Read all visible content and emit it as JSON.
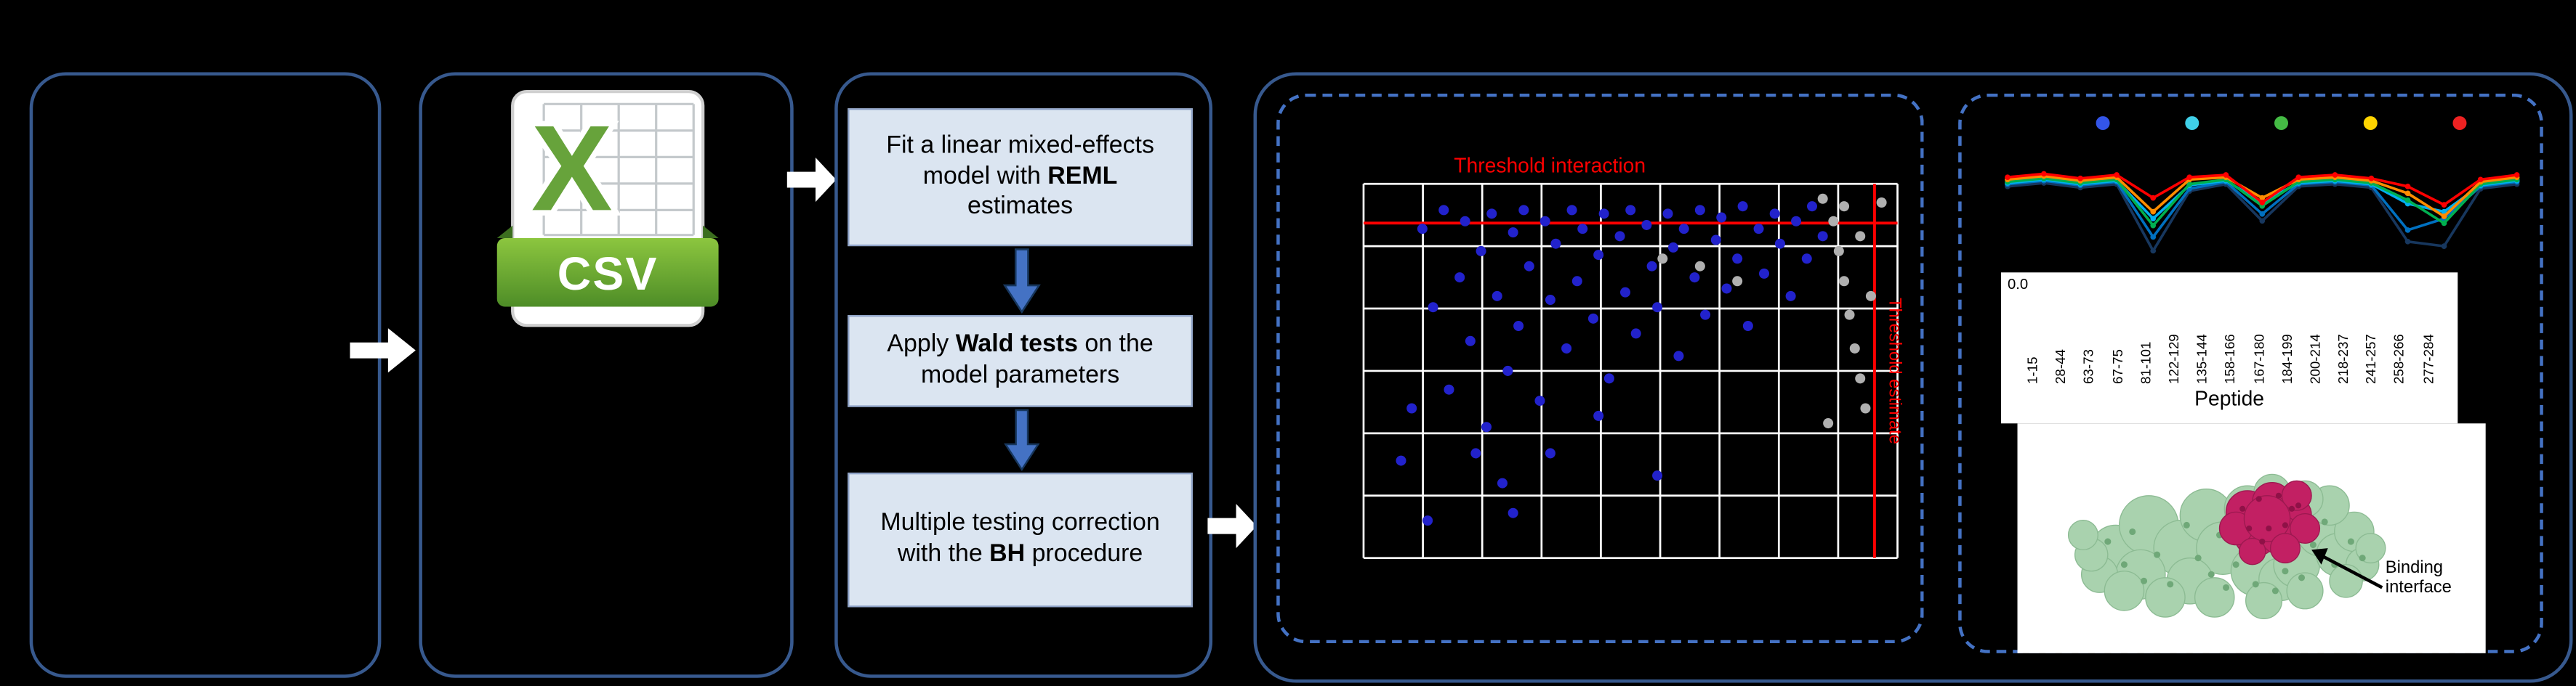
{
  "flow": {
    "steps": [
      {
        "pre": "Fit a linear mixed-effects model with ",
        "bold": "REML",
        "post": " estimates"
      },
      {
        "pre": "Apply ",
        "bold": "Wald tests",
        "post": " on the model parameters"
      },
      {
        "pre": "Multiple testing correction\nwith the ",
        "bold": "BH",
        "post": " procedure"
      }
    ]
  },
  "csv_icon": {
    "letter": "X",
    "label": "CSV"
  },
  "protein": {
    "label": "Binding interface"
  },
  "colors": {
    "panel_border": "#37598e",
    "dashed_border": "#4472c4",
    "step_fill": "#dbe5f1",
    "threshold_red": "#ff0000",
    "csv_green": "#67a33b",
    "arrow_blue": "#4472c4"
  },
  "chart_data": [
    {
      "type": "scatter",
      "title": "",
      "xlabel": "",
      "ylabel": "",
      "grid": true,
      "annotations": [
        "Threshold interaction",
        "Threshold estimate"
      ],
      "threshold_h_frac": 0.105,
      "threshold_v_frac": 0.957,
      "series": [
        {
          "name": "filtered-gray",
          "color": "#b0b0b0",
          "points": [
            [
              0.86,
              0.04
            ],
            [
              0.88,
              0.1
            ],
            [
              0.89,
              0.18
            ],
            [
              0.9,
              0.26
            ],
            [
              0.91,
              0.35
            ],
            [
              0.92,
              0.44
            ],
            [
              0.93,
              0.52
            ],
            [
              0.94,
              0.6
            ],
            [
              0.95,
              0.3
            ],
            [
              0.9,
              0.06
            ],
            [
              0.93,
              0.14
            ],
            [
              0.56,
              0.2
            ],
            [
              0.63,
              0.22
            ],
            [
              0.7,
              0.26
            ],
            [
              0.87,
              0.64
            ],
            [
              0.97,
              0.05
            ]
          ]
        },
        {
          "name": "interactions-blue",
          "color": "#2222cc",
          "points": [
            [
              0.07,
              0.74
            ],
            [
              0.09,
              0.6
            ],
            [
              0.11,
              0.12
            ],
            [
              0.13,
              0.33
            ],
            [
              0.15,
              0.07
            ],
            [
              0.16,
              0.55
            ],
            [
              0.18,
              0.25
            ],
            [
              0.19,
              0.1
            ],
            [
              0.2,
              0.42
            ],
            [
              0.22,
              0.18
            ],
            [
              0.23,
              0.65
            ],
            [
              0.24,
              0.08
            ],
            [
              0.25,
              0.3
            ],
            [
              0.27,
              0.5
            ],
            [
              0.28,
              0.13
            ],
            [
              0.29,
              0.38
            ],
            [
              0.3,
              0.07
            ],
            [
              0.31,
              0.22
            ],
            [
              0.33,
              0.58
            ],
            [
              0.34,
              0.1
            ],
            [
              0.35,
              0.31
            ],
            [
              0.36,
              0.16
            ],
            [
              0.38,
              0.44
            ],
            [
              0.39,
              0.07
            ],
            [
              0.4,
              0.26
            ],
            [
              0.41,
              0.12
            ],
            [
              0.43,
              0.36
            ],
            [
              0.44,
              0.19
            ],
            [
              0.45,
              0.08
            ],
            [
              0.46,
              0.52
            ],
            [
              0.48,
              0.14
            ],
            [
              0.49,
              0.29
            ],
            [
              0.5,
              0.07
            ],
            [
              0.51,
              0.4
            ],
            [
              0.53,
              0.11
            ],
            [
              0.54,
              0.22
            ],
            [
              0.55,
              0.33
            ],
            [
              0.57,
              0.08
            ],
            [
              0.58,
              0.17
            ],
            [
              0.59,
              0.46
            ],
            [
              0.6,
              0.12
            ],
            [
              0.62,
              0.25
            ],
            [
              0.63,
              0.07
            ],
            [
              0.64,
              0.35
            ],
            [
              0.66,
              0.15
            ],
            [
              0.67,
              0.09
            ],
            [
              0.68,
              0.28
            ],
            [
              0.7,
              0.2
            ],
            [
              0.71,
              0.06
            ],
            [
              0.72,
              0.38
            ],
            [
              0.74,
              0.12
            ],
            [
              0.75,
              0.24
            ],
            [
              0.77,
              0.08
            ],
            [
              0.78,
              0.16
            ],
            [
              0.8,
              0.3
            ],
            [
              0.81,
              0.1
            ],
            [
              0.83,
              0.2
            ],
            [
              0.84,
              0.06
            ],
            [
              0.86,
              0.14
            ],
            [
              0.26,
              0.8
            ],
            [
              0.28,
              0.88
            ],
            [
              0.12,
              0.9
            ],
            [
              0.35,
              0.72
            ],
            [
              0.55,
              0.78
            ],
            [
              0.44,
              0.62
            ],
            [
              0.21,
              0.72
            ]
          ]
        }
      ]
    },
    {
      "type": "line",
      "categories": [
        "1-15",
        "28-44",
        "63-73",
        "67-75",
        "81-101",
        "122-129",
        "135-144",
        "158-166",
        "167-180",
        "184-199",
        "200-214",
        "218-237",
        "241-257",
        "258-266",
        "277-284"
      ],
      "xlabel": "Peptide",
      "y_tick_labels": [
        "0.0"
      ],
      "legend_dot_colors": [
        "#3355e8",
        "#40d0e8",
        "#44bb44",
        "#ffd400",
        "#ee2222"
      ],
      "series": [
        {
          "name": "series-navy",
          "color": "#17375e",
          "values": [
            0.72,
            0.75,
            0.71,
            0.74,
            0.16,
            0.68,
            0.74,
            0.42,
            0.72,
            0.74,
            0.71,
            0.24,
            0.2,
            0.7,
            0.74
          ]
        },
        {
          "name": "series-blue",
          "color": "#0070c0",
          "values": [
            0.74,
            0.77,
            0.73,
            0.76,
            0.28,
            0.7,
            0.76,
            0.48,
            0.74,
            0.76,
            0.73,
            0.34,
            0.44,
            0.72,
            0.76
          ]
        },
        {
          "name": "series-cyan",
          "color": "#00b0f0",
          "values": [
            0.75,
            0.78,
            0.74,
            0.77,
            0.44,
            0.73,
            0.77,
            0.58,
            0.75,
            0.77,
            0.74,
            0.57,
            0.5,
            0.73,
            0.77
          ]
        },
        {
          "name": "series-green",
          "color": "#00b050",
          "values": [
            0.76,
            0.79,
            0.75,
            0.78,
            0.38,
            0.74,
            0.78,
            0.55,
            0.76,
            0.78,
            0.75,
            0.6,
            0.4,
            0.74,
            0.78
          ]
        },
        {
          "name": "series-orange",
          "color": "#ff8c00",
          "values": [
            0.78,
            0.81,
            0.77,
            0.8,
            0.5,
            0.78,
            0.8,
            0.62,
            0.78,
            0.8,
            0.77,
            0.66,
            0.46,
            0.76,
            0.8
          ]
        },
        {
          "name": "series-red",
          "color": "#ff0000",
          "values": [
            0.8,
            0.83,
            0.79,
            0.82,
            0.62,
            0.8,
            0.82,
            0.58,
            0.8,
            0.82,
            0.79,
            0.72,
            0.56,
            0.78,
            0.82
          ]
        }
      ]
    }
  ]
}
